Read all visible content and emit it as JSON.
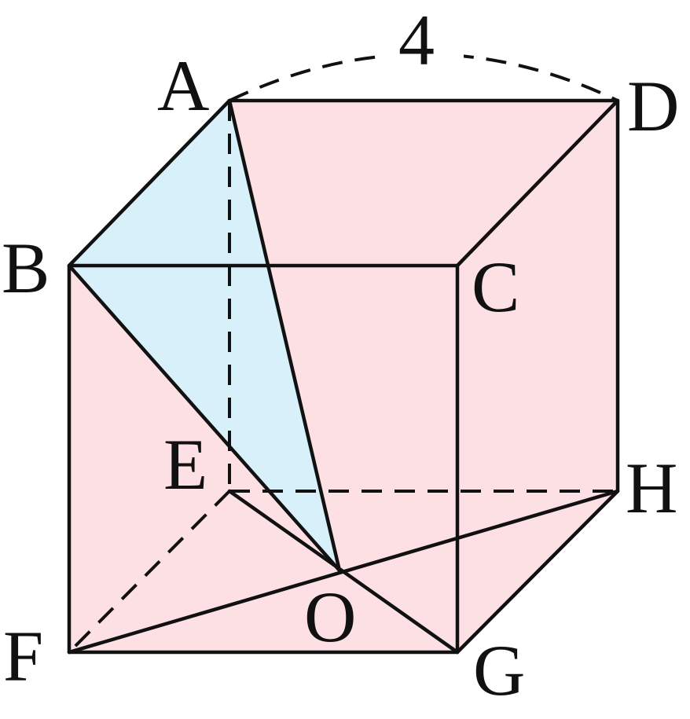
{
  "labels": {
    "a": "A",
    "b": "B",
    "c": "C",
    "d": "D",
    "e": "E",
    "f": "F",
    "g": "G",
    "h": "H",
    "o": "O"
  },
  "dimension": "4",
  "colors": {
    "face": "#fde0e4",
    "triangle": "#d8f0fa",
    "line": "#111111"
  }
}
